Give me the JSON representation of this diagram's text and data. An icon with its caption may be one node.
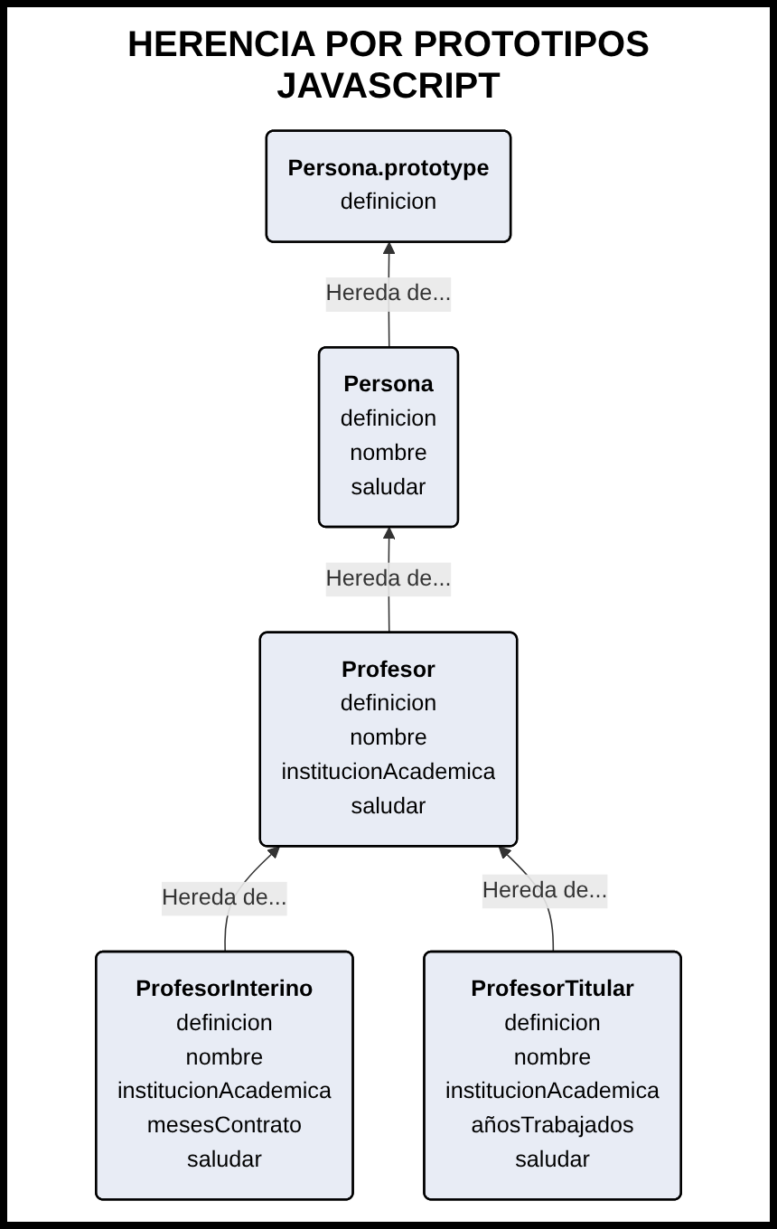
{
  "diagram": {
    "title": "HERENCIA POR PROTOTIPOS JAVASCRIPT",
    "nodes": [
      {
        "text": [
          "Persona.prototype",
          "definicion"
        ]
      },
      {
        "text": [
          "Persona",
          "definicion",
          "nombre",
          "saludar"
        ]
      },
      {
        "text": [
          "Profesor",
          "definicion",
          "nombre",
          "institucionAcademica",
          "saludar"
        ]
      },
      {
        "text": [
          "ProfesorInterino",
          "definicion",
          "nombre",
          "institucionAcademica",
          "mesesContrato",
          "saludar"
        ]
      },
      {
        "text": [
          "ProfesorTitular",
          "definicion",
          "nombre",
          "institucionAcademica",
          "añosTrabajados",
          "saludar"
        ]
      }
    ],
    "edges": [
      {
        "from": 1,
        "to": 0,
        "arrow": "to",
        "label": "Hereda de..."
      },
      {
        "from": 2,
        "to": 1,
        "arrow": "to",
        "label": "Hereda de..."
      },
      {
        "from": 3,
        "to": 2,
        "arrow": "to",
        "label": "Hereda de..."
      },
      {
        "from": 4,
        "to": 2,
        "arrow": "to",
        "label": "Hereda de..."
      }
    ]
  }
}
